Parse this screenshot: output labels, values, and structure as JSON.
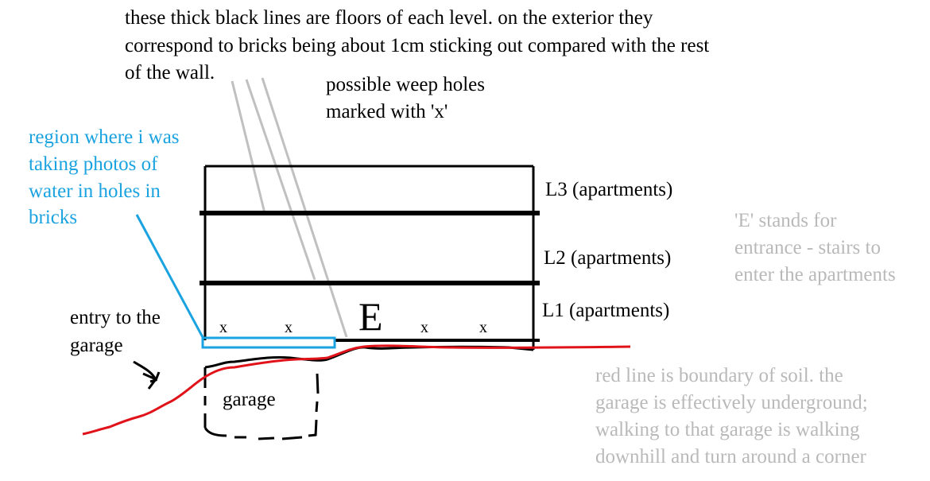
{
  "annotations": {
    "floor_lines": [
      "these thick black lines are floors of each level. on the exterior they",
      "correspond to bricks being about 1cm sticking out compared with the rest",
      "of the wall."
    ],
    "weep_holes": [
      "possible weep holes",
      "marked with 'x'"
    ],
    "photo_region": [
      "region where i was",
      "taking photos of",
      "water in holes in",
      "bricks"
    ],
    "entrance_note": [
      "'E' stands for",
      "entrance - stairs to",
      "enter the apartments"
    ],
    "garage_entry": [
      "entry to the",
      "garage"
    ],
    "soil_note": [
      "red line is boundary of soil. the",
      "garage is effectively underground;",
      "walking to that garage is walking",
      "downhill and turn around a corner"
    ]
  },
  "levels": {
    "l3": "L3 (apartments)",
    "l2": "L2 (apartments)",
    "l1": "L1 (apartments)"
  },
  "markers": {
    "entrance": "E",
    "weep": [
      "x",
      "x",
      "x",
      "x"
    ],
    "garage": "garage"
  },
  "colors": {
    "ink": "#000000",
    "highlight_blue": "#1aa3e0",
    "soil_red": "#e0131a",
    "guide_grey": "#c0c0c0",
    "note_grey": "#b9b9b9"
  }
}
